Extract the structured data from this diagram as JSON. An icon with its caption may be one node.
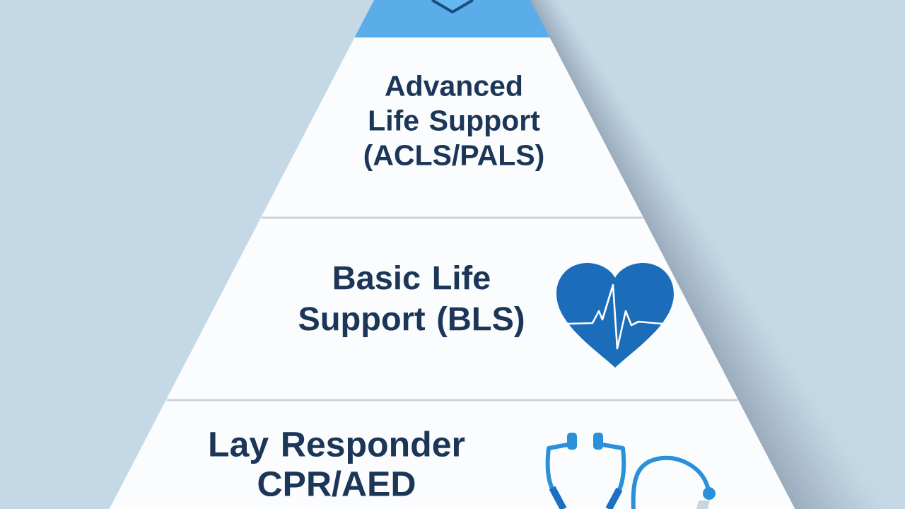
{
  "diagram": {
    "nodes": [
      {
        "text": [],
        "shape": "trapezoid"
      },
      {
        "text": [
          "Advanced Life Support (ACLS/PALS)"
        ]
      },
      {
        "text": [
          "Basic Life Support (BLS)"
        ]
      },
      {
        "text": [
          "Lay Responder CPR/AED"
        ]
      }
    ]
  }
}
